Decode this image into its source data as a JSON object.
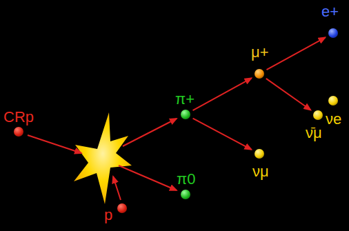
{
  "diagram": {
    "nodes": [
      {
        "text": [
          "CRp"
        ]
      },
      {
        "text": [
          "p"
        ]
      },
      {
        "text": [
          "π+"
        ]
      },
      {
        "text": [
          "π0"
        ]
      },
      {
        "text": [
          "μ+"
        ]
      },
      {
        "text": [
          "νμ"
        ]
      },
      {
        "text": [
          "e+"
        ]
      },
      {
        "text": [
          "ν̄μ"
        ]
      },
      {
        "text": [
          "νe"
        ]
      }
    ],
    "edges": [
      {
        "from": 2,
        "to": 4,
        "arrow": "to"
      },
      {
        "from": 2,
        "to": 5,
        "arrow": "to"
      },
      {
        "from": 4,
        "to": 6,
        "arrow": "to"
      },
      {
        "from": 4,
        "to": 7,
        "arrow": "to"
      }
    ]
  }
}
